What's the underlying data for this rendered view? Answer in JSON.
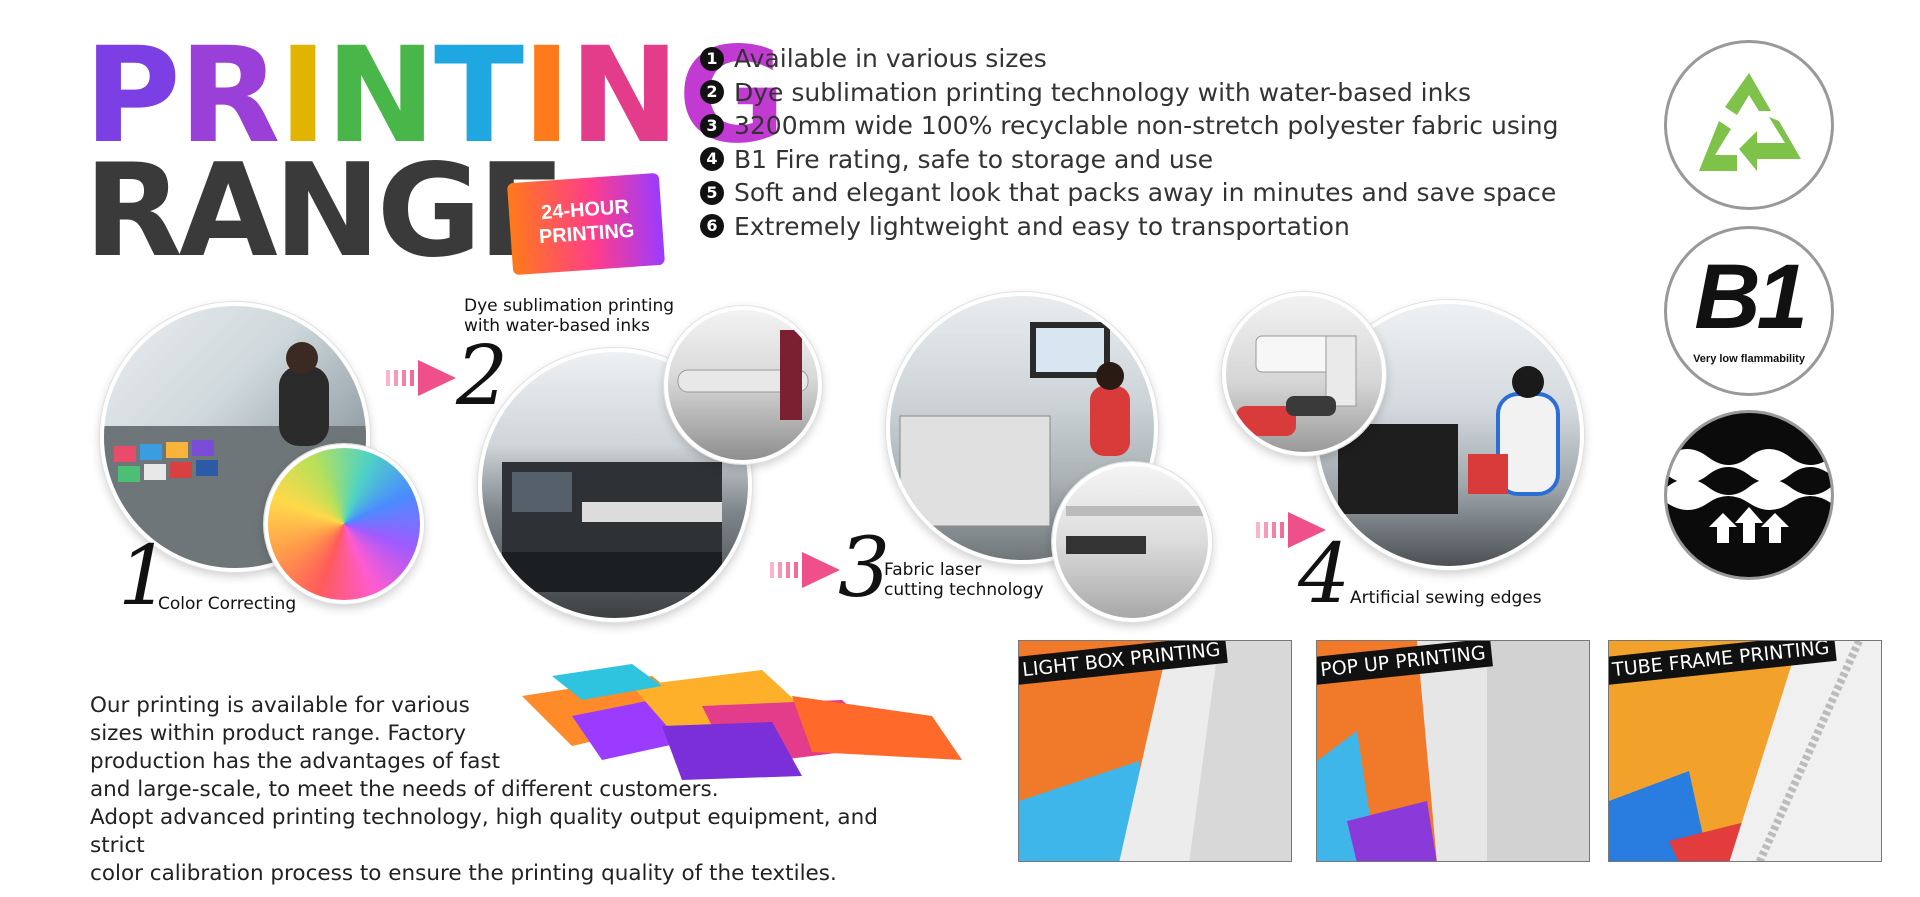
{
  "title": {
    "line1_letters": [
      "P",
      "R",
      "I",
      "N",
      "T",
      "I",
      "N",
      "G"
    ],
    "line2": "RANGE",
    "badge_line1": "24-HOUR",
    "badge_line2": "PRINTING"
  },
  "colors": {
    "title_letters": [
      "#7b3fe4",
      "#9a3fd8",
      "#e0b400",
      "#49b649",
      "#1ea7e0",
      "#ff7a1a",
      "#e33c8a",
      "#c13bd2"
    ],
    "arrow": "#f0508a",
    "recycle": "#7fc24a"
  },
  "features": [
    {
      "num": "1",
      "text": "Available in various sizes"
    },
    {
      "num": "2",
      "text": "Dye sublimation printing technology with water-based inks"
    },
    {
      "num": "3",
      "text": "3200mm wide 100% recyclable non-stretch polyester fabric using"
    },
    {
      "num": "4",
      "text": "B1 Fire rating, safe to storage and use"
    },
    {
      "num": "5",
      "text": "Soft and elegant look that packs away in minutes and save space"
    },
    {
      "num": "6",
      "text": "Extremely lightweight and easy to transportation"
    }
  ],
  "icons": {
    "recycle": "recycle-icon",
    "b1": {
      "label": "B1",
      "sub": "Very low flammability"
    },
    "waves": "waves-arrows-icon"
  },
  "steps": [
    {
      "num": "1",
      "label": "Color Correcting"
    },
    {
      "num": "2",
      "label_line1": "Dye sublimation printing",
      "label_line2": "with water-based inks"
    },
    {
      "num": "3",
      "label_line1": "Fabric laser",
      "label_line2": "cutting technology"
    },
    {
      "num": "4",
      "label": "Artificial sewing edges"
    }
  ],
  "description": {
    "lines": [
      "Our printing is available for various",
      "sizes within product range. Factory",
      "production has the advantages of fast",
      "and large-scale, to meet the needs of different customers.",
      "Adopt advanced printing technology, high quality output equipment, and strict",
      "color calibration process to ensure the printing quality of the textiles."
    ]
  },
  "panels": [
    {
      "label": "LIGHT BOX PRINTING"
    },
    {
      "label": "POP UP PRINTING"
    },
    {
      "label": "TUBE FRAME PRINTING"
    }
  ]
}
